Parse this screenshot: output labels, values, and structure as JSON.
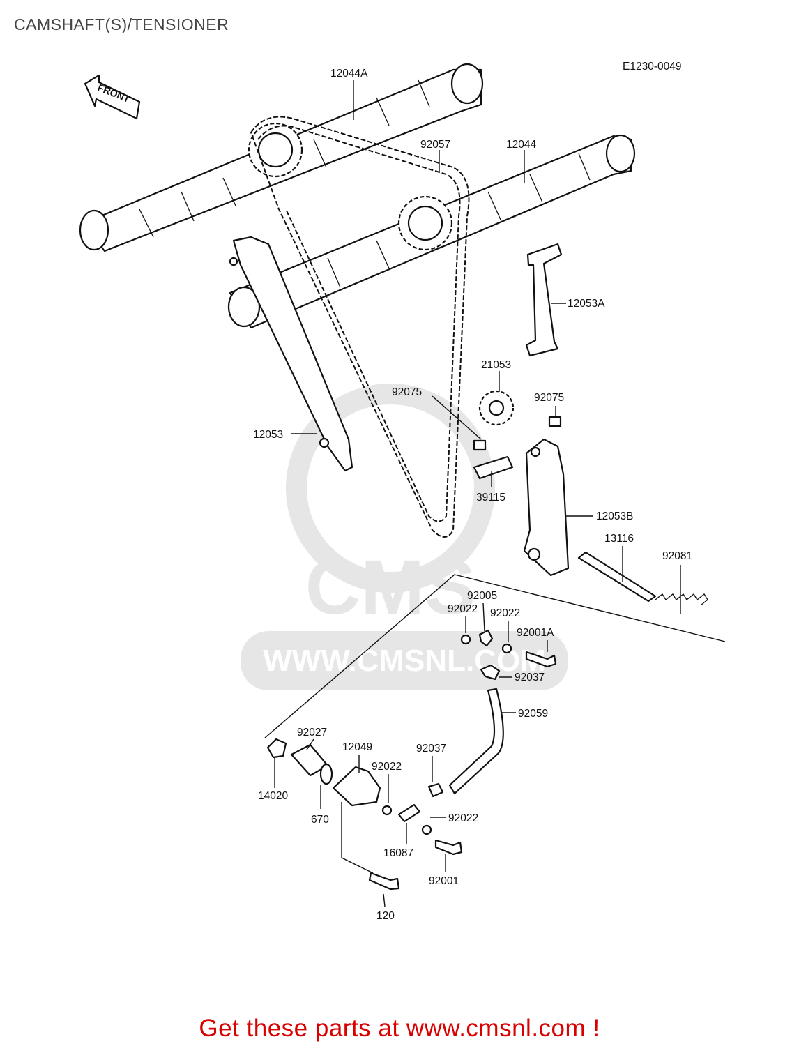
{
  "title": "CAMSHAFT(S)/TENSIONER",
  "diagram_code": "E1230-0049",
  "front_marker": "FRONT",
  "watermark": {
    "text": "WWW.CMSNL.COM",
    "logo": "CMS"
  },
  "labels": {
    "p12044A": "12044A",
    "p92057": "92057",
    "p12044": "12044",
    "p12053A": "12053A",
    "p21053": "21053",
    "p92075a": "92075",
    "p92075b": "92075",
    "p12053": "12053",
    "p39115": "39115",
    "p12053B": "12053B",
    "p13116": "13116",
    "p92081": "92081",
    "p92005": "92005",
    "p92022a": "92022",
    "p92022b": "92022",
    "p92001A": "92001A",
    "p92037a": "92037",
    "p92059": "92059",
    "p92027": "92027",
    "p12049": "12049",
    "p92037b": "92037",
    "p92022c": "92022",
    "p14020": "14020",
    "p670": "670",
    "p92022d": "92022",
    "p16087": "16087",
    "p92001": "92001",
    "p120": "120"
  },
  "cta": "Get these parts at www.cmsnl.com !"
}
